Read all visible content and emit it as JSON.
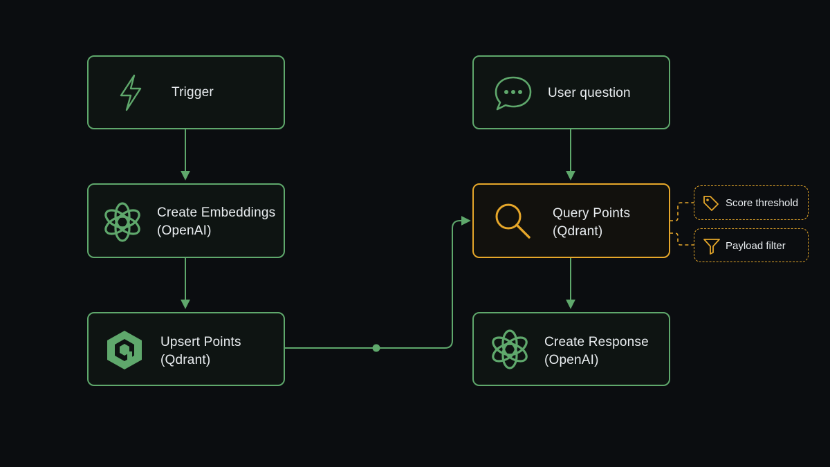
{
  "colors": {
    "background": "#0b0d10",
    "node_border": "#5fa86c",
    "accent": "#e6a72a",
    "text": "#e9edf0"
  },
  "nodes": {
    "trigger": {
      "line1": "Trigger",
      "icon": "lightning-icon"
    },
    "create_embeddings": {
      "line1": "Create Embeddings",
      "line2": "(OpenAI)",
      "icon": "openai-icon"
    },
    "upsert_points": {
      "line1": "Upsert Points",
      "line2": "(Qdrant)",
      "icon": "qdrant-icon"
    },
    "user_question": {
      "line1": "User question",
      "icon": "chat-bubble-icon"
    },
    "query_points": {
      "line1": "Query Points",
      "line2": "(Qdrant)",
      "icon": "search-icon"
    },
    "create_response": {
      "line1": "Create Response",
      "line2": "(OpenAI)",
      "icon": "openai-icon"
    }
  },
  "options": {
    "score_threshold": {
      "label": "Score threshold",
      "icon": "tag-icon"
    },
    "payload_filter": {
      "label": "Payload filter",
      "icon": "filter-icon"
    }
  }
}
